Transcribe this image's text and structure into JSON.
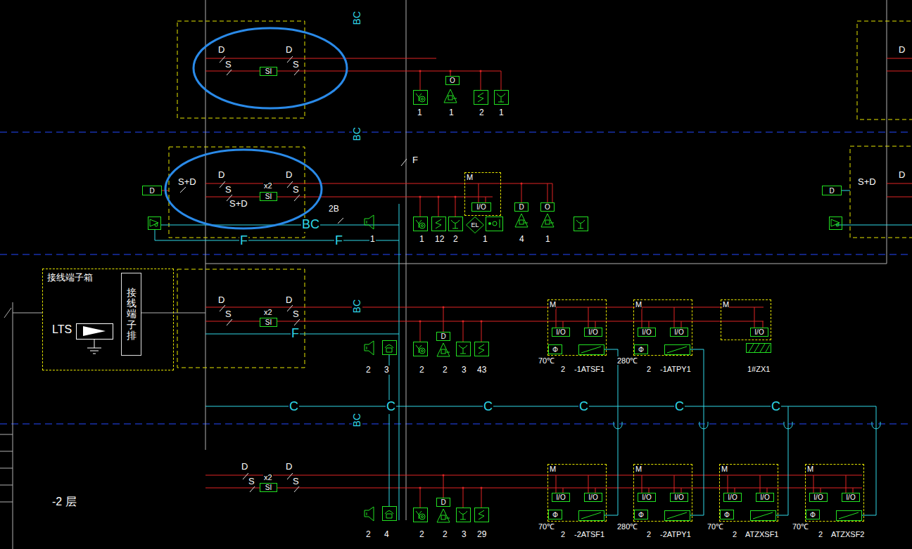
{
  "diagram": {
    "nodes": [
      {
        "text": [
          "SI"
        ]
      },
      {
        "text": [
          "O"
        ]
      },
      {
        "text": [
          "D"
        ]
      },
      {
        "text": [
          "SI"
        ]
      },
      {
        "text": [
          "M"
        ]
      },
      {
        "text": [
          "I/O"
        ],
        "in": 4
      },
      {
        "text": [
          "EL"
        ]
      },
      {
        "text": [
          "D"
        ]
      },
      {
        "text": [
          "O"
        ]
      },
      {
        "text": [
          "D"
        ]
      },
      {
        "text": [
          "接线端子箱"
        ]
      },
      {
        "text": [
          "接线端子排"
        ],
        "in": 10
      },
      {
        "text": [
          "SI"
        ]
      },
      {
        "text": [
          "D"
        ]
      },
      {
        "text": [
          "M"
        ]
      },
      {
        "text": [
          "I/O"
        ],
        "in": 14
      },
      {
        "text": [
          "I/O"
        ],
        "in": 14
      },
      {
        "text": [
          "Φ"
        ],
        "in": 14
      },
      {
        "text": [
          "M"
        ]
      },
      {
        "text": [
          "I/O"
        ],
        "in": 18
      },
      {
        "text": [
          "I/O"
        ],
        "in": 18
      },
      {
        "text": [
          "Φ"
        ],
        "in": 18
      },
      {
        "text": [
          "M"
        ]
      },
      {
        "text": [
          "I/O"
        ],
        "in": 22
      },
      {
        "text": [
          "SI"
        ]
      },
      {
        "text": [
          "D"
        ]
      },
      {
        "text": [
          "M"
        ]
      },
      {
        "text": [
          "I/O"
        ],
        "in": 26
      },
      {
        "text": [
          "I/O"
        ],
        "in": 26
      },
      {
        "text": [
          "Φ"
        ],
        "in": 26
      },
      {
        "text": [
          "M"
        ]
      },
      {
        "text": [
          "I/O"
        ],
        "in": 30
      },
      {
        "text": [
          "I/O"
        ],
        "in": 30
      },
      {
        "text": [
          "Φ"
        ],
        "in": 30
      },
      {
        "text": [
          "M"
        ]
      },
      {
        "text": [
          "I/O"
        ],
        "in": 34
      },
      {
        "text": [
          "I/O"
        ],
        "in": 34
      },
      {
        "text": [
          "Φ"
        ],
        "in": 34
      },
      {
        "text": [
          "M"
        ]
      },
      {
        "text": [
          "I/O"
        ],
        "in": 38
      },
      {
        "text": [
          "I/O"
        ],
        "in": 38
      },
      {
        "text": [
          "Φ"
        ],
        "in": 38
      }
    ],
    "labels": [
      "BC",
      "D",
      "S",
      "D",
      "S",
      "1",
      "1",
      "2",
      "1",
      "D",
      "BC",
      "S+D",
      "D",
      "S",
      "S+D",
      "x2",
      "D",
      "S",
      "F",
      "2B",
      "BC",
      "F",
      "F",
      "1",
      "1",
      "12",
      "2",
      "1",
      "4",
      "1",
      "S+D",
      "D",
      "LTS",
      "D",
      "S",
      "x2",
      "D",
      "S",
      "BC",
      "F",
      "2",
      "3",
      "2",
      "2",
      "3",
      "43",
      "70℃",
      "2",
      "-1ATSF1",
      "280℃",
      "2",
      "-1ATPY1",
      "1#ZX1",
      "C",
      "C",
      "C",
      "C",
      "C",
      "C",
      "BC",
      "D",
      "S",
      "x2",
      "D",
      "S",
      "2",
      "4",
      "2",
      "2",
      "3",
      "29",
      "70℃",
      "2",
      "-2ATSF1",
      "280℃",
      "2",
      "-2ATPY1",
      "70℃",
      "2",
      "ATZXSF1",
      "70℃",
      "2",
      "ATZXSF2",
      "-2 层"
    ]
  }
}
